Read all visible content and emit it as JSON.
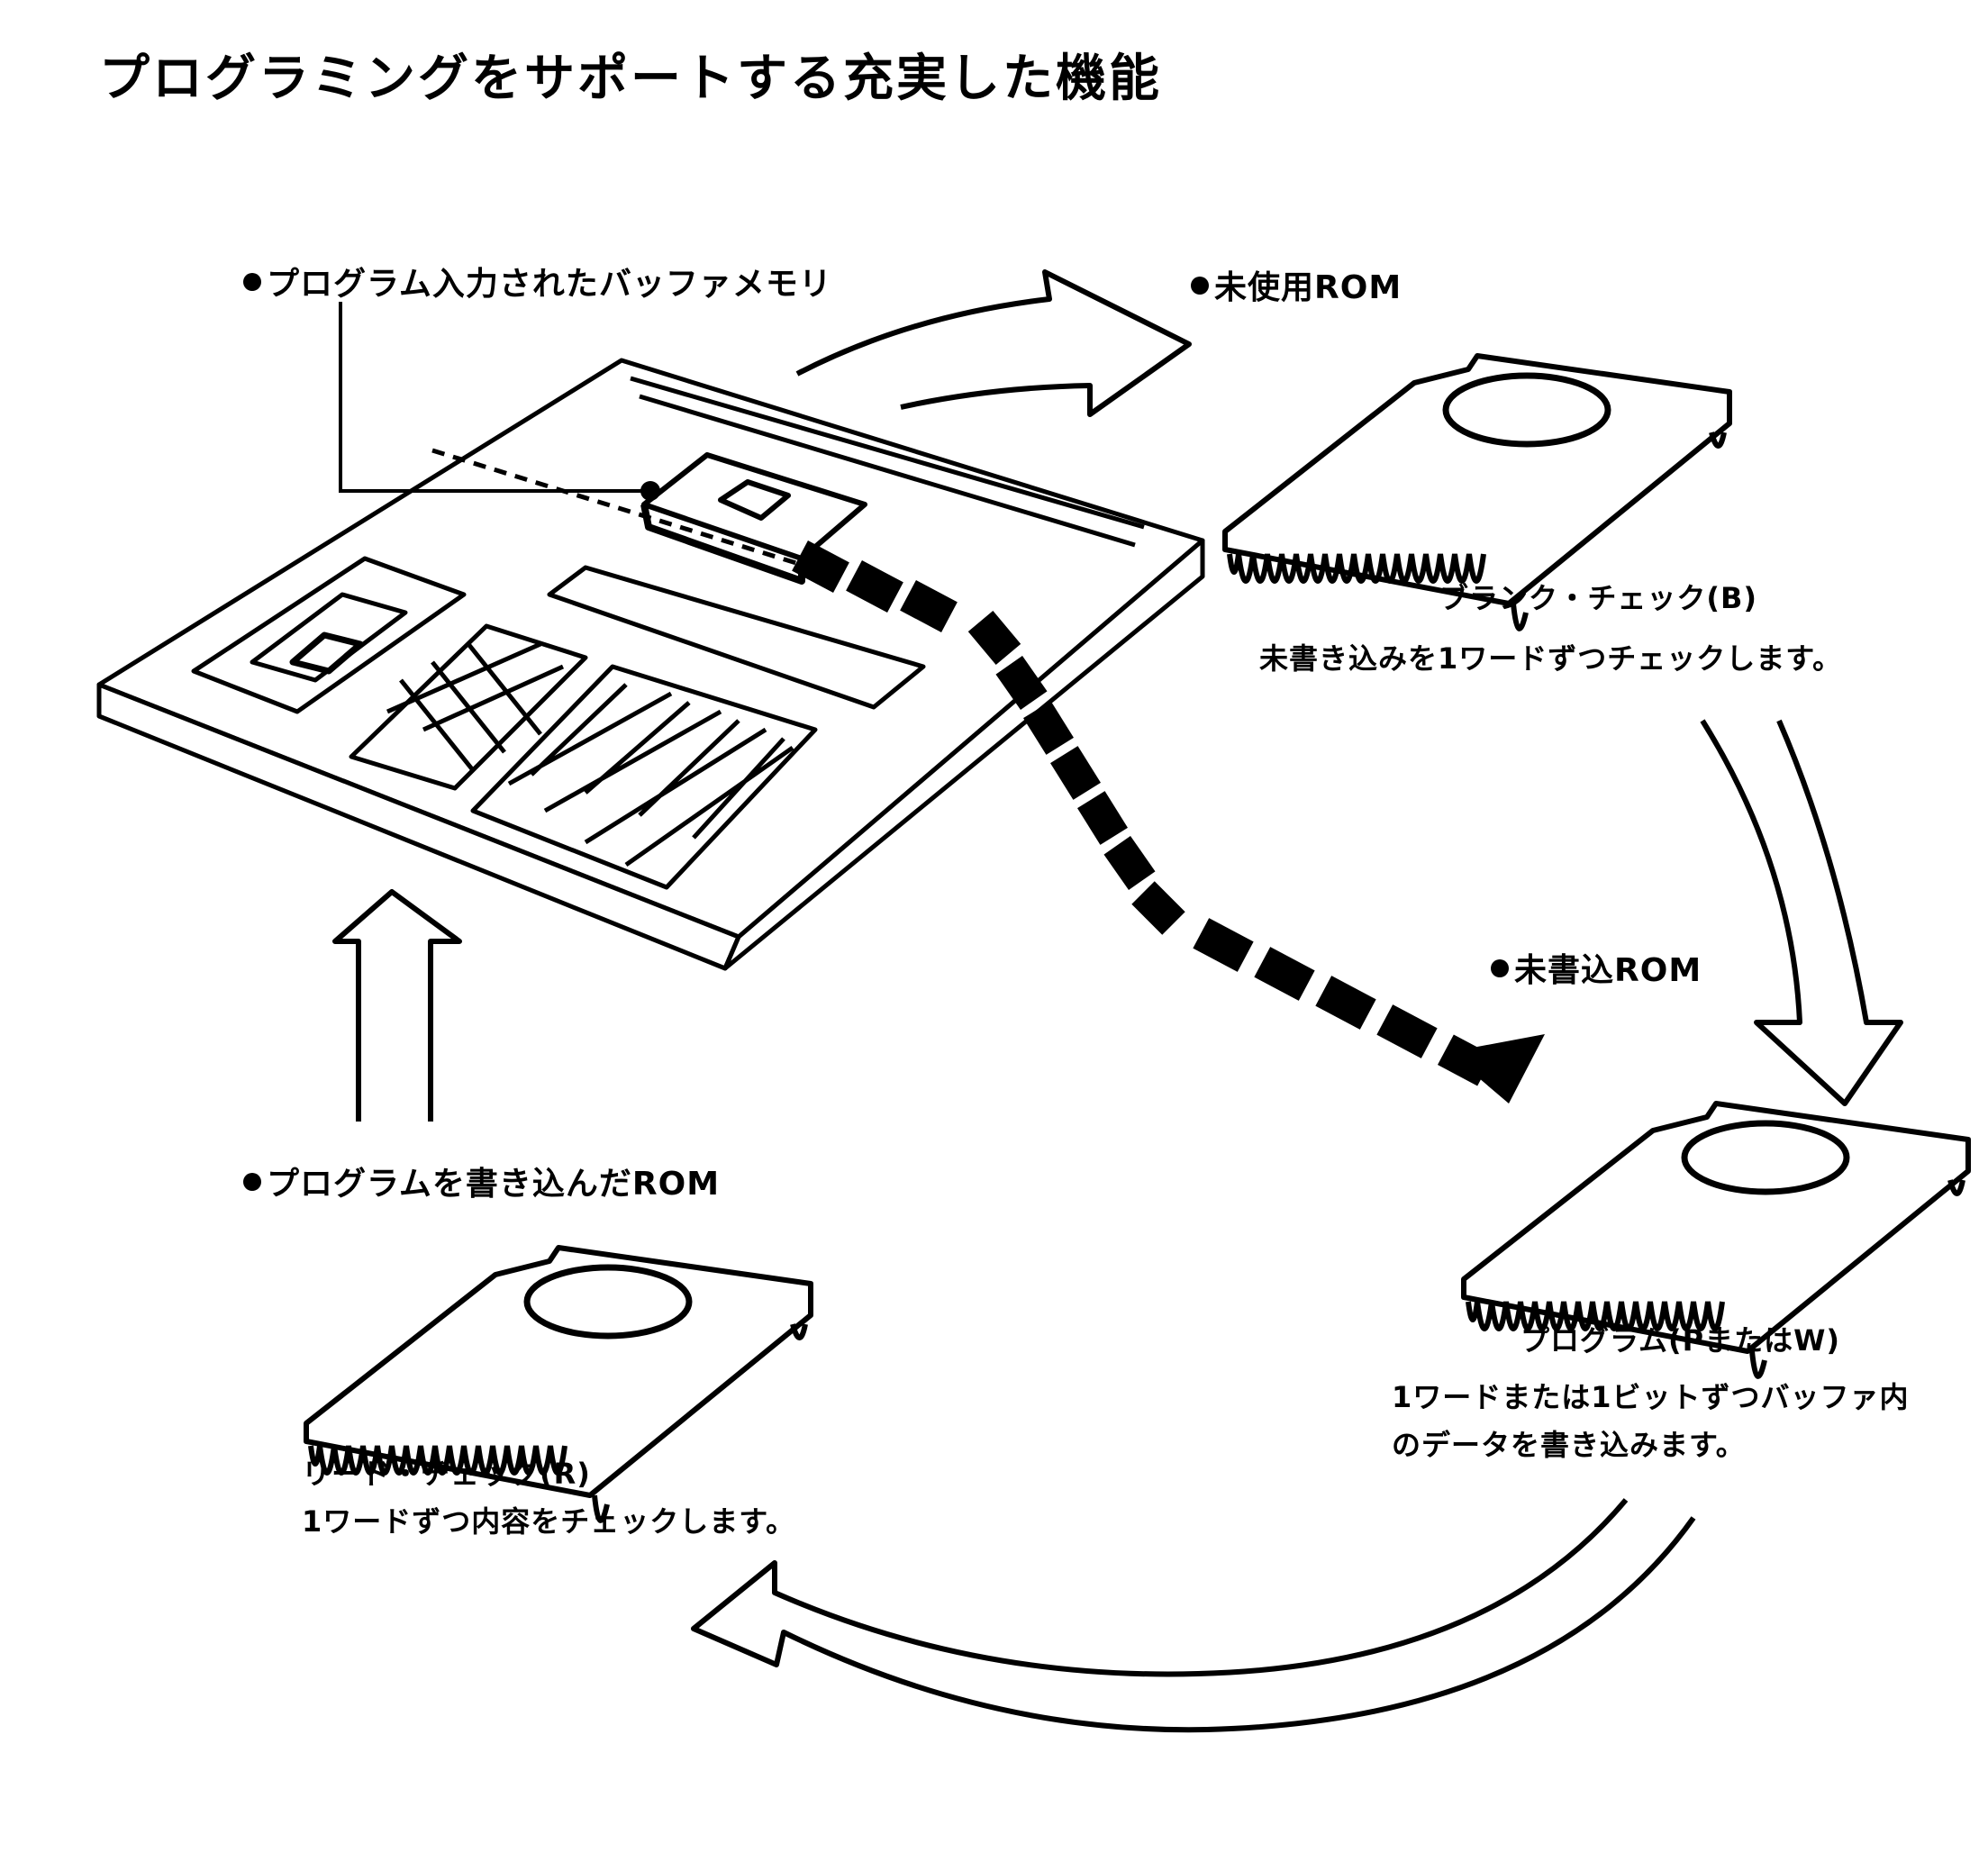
{
  "title": "プログラミングをサポートする充実した機能",
  "labels": {
    "buffer": "プログラム入力されたバッファメモリ",
    "unused_rom": "未使用ROM",
    "unwritten_rom": "未書込ROM",
    "written_rom": "プログラムを書き込んだROM"
  },
  "captions": {
    "blank_check": {
      "line1": "ブランク・チェック(B)",
      "line2": "未書き込みを1ワードずつチェックします。"
    },
    "program": {
      "line1": "プログラム(PまたはW)",
      "line2": "1ワードまたは1ビットずつバッファ内",
      "line3": "のデータを書き込みます。"
    },
    "read_check": {
      "line1": "リード・チェック(R)",
      "line2": "1ワードずつ内容をチェックします。"
    }
  }
}
